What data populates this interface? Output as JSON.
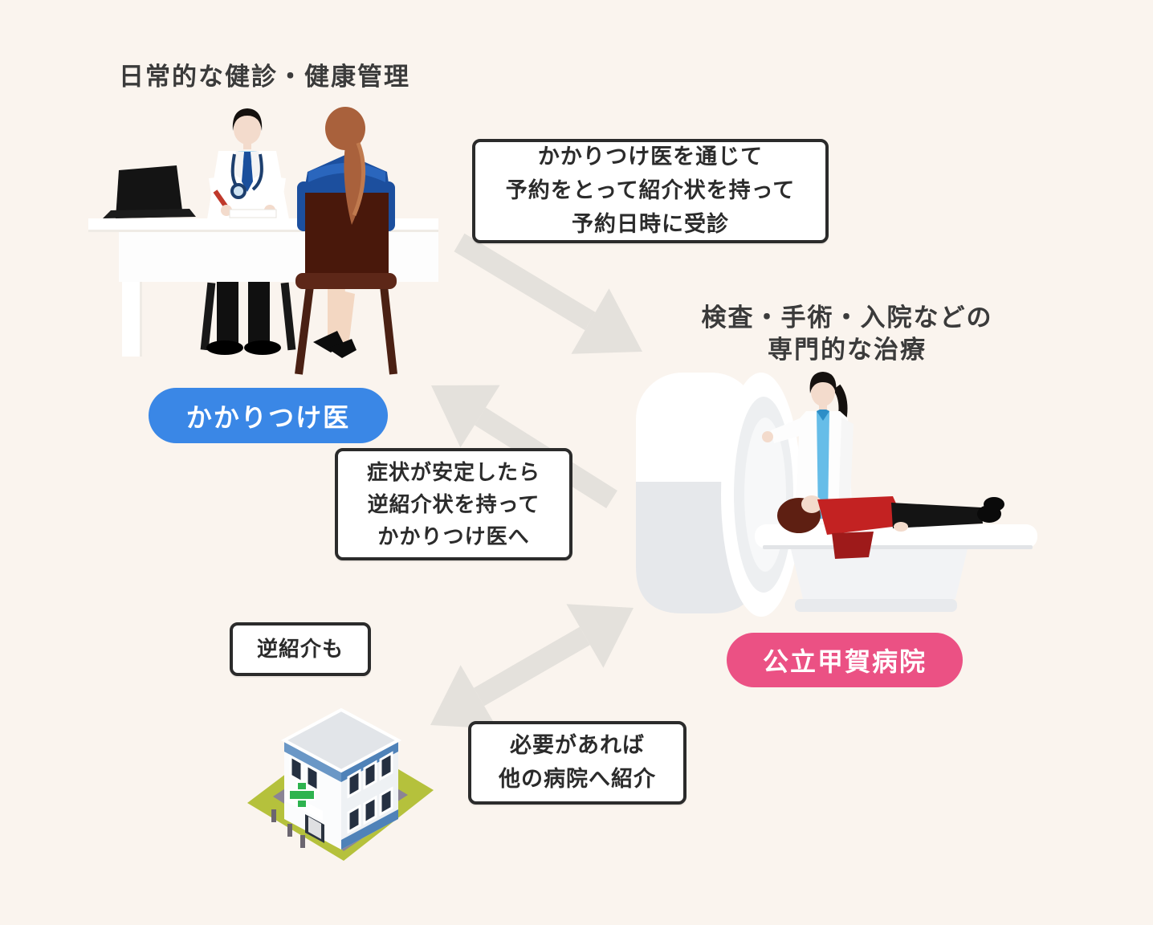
{
  "background_color": "#faf4ee",
  "palette": {
    "clinic_pill_blue": "#3a87e6",
    "hospital_pill_pink": "#eb5184",
    "arrow_gray": "#e4e1dc",
    "callout_border": "#2b2b2b",
    "title_text": "#3b3b3b"
  },
  "sections": {
    "clinic": {
      "title": "日常的な健診・健康管理",
      "pill": "かかりつけ医"
    },
    "hospital": {
      "title_line1": "検査・手術・入院などの",
      "title_line2": "専門的な治療",
      "pill": "公立甲賀病院"
    },
    "other_hospital": {
      "tag": "逆紹介も"
    }
  },
  "callouts": {
    "to_hospital": [
      "かかりつけ医を通じて",
      "予約をとって紹介状を持って",
      "予約日時に受診"
    ],
    "to_clinic": [
      "症状が安定したら",
      "逆紹介状を持って",
      "かかりつけ医へ"
    ],
    "to_other_hospital": [
      "必要があれば",
      "他の病院へ紹介"
    ]
  }
}
